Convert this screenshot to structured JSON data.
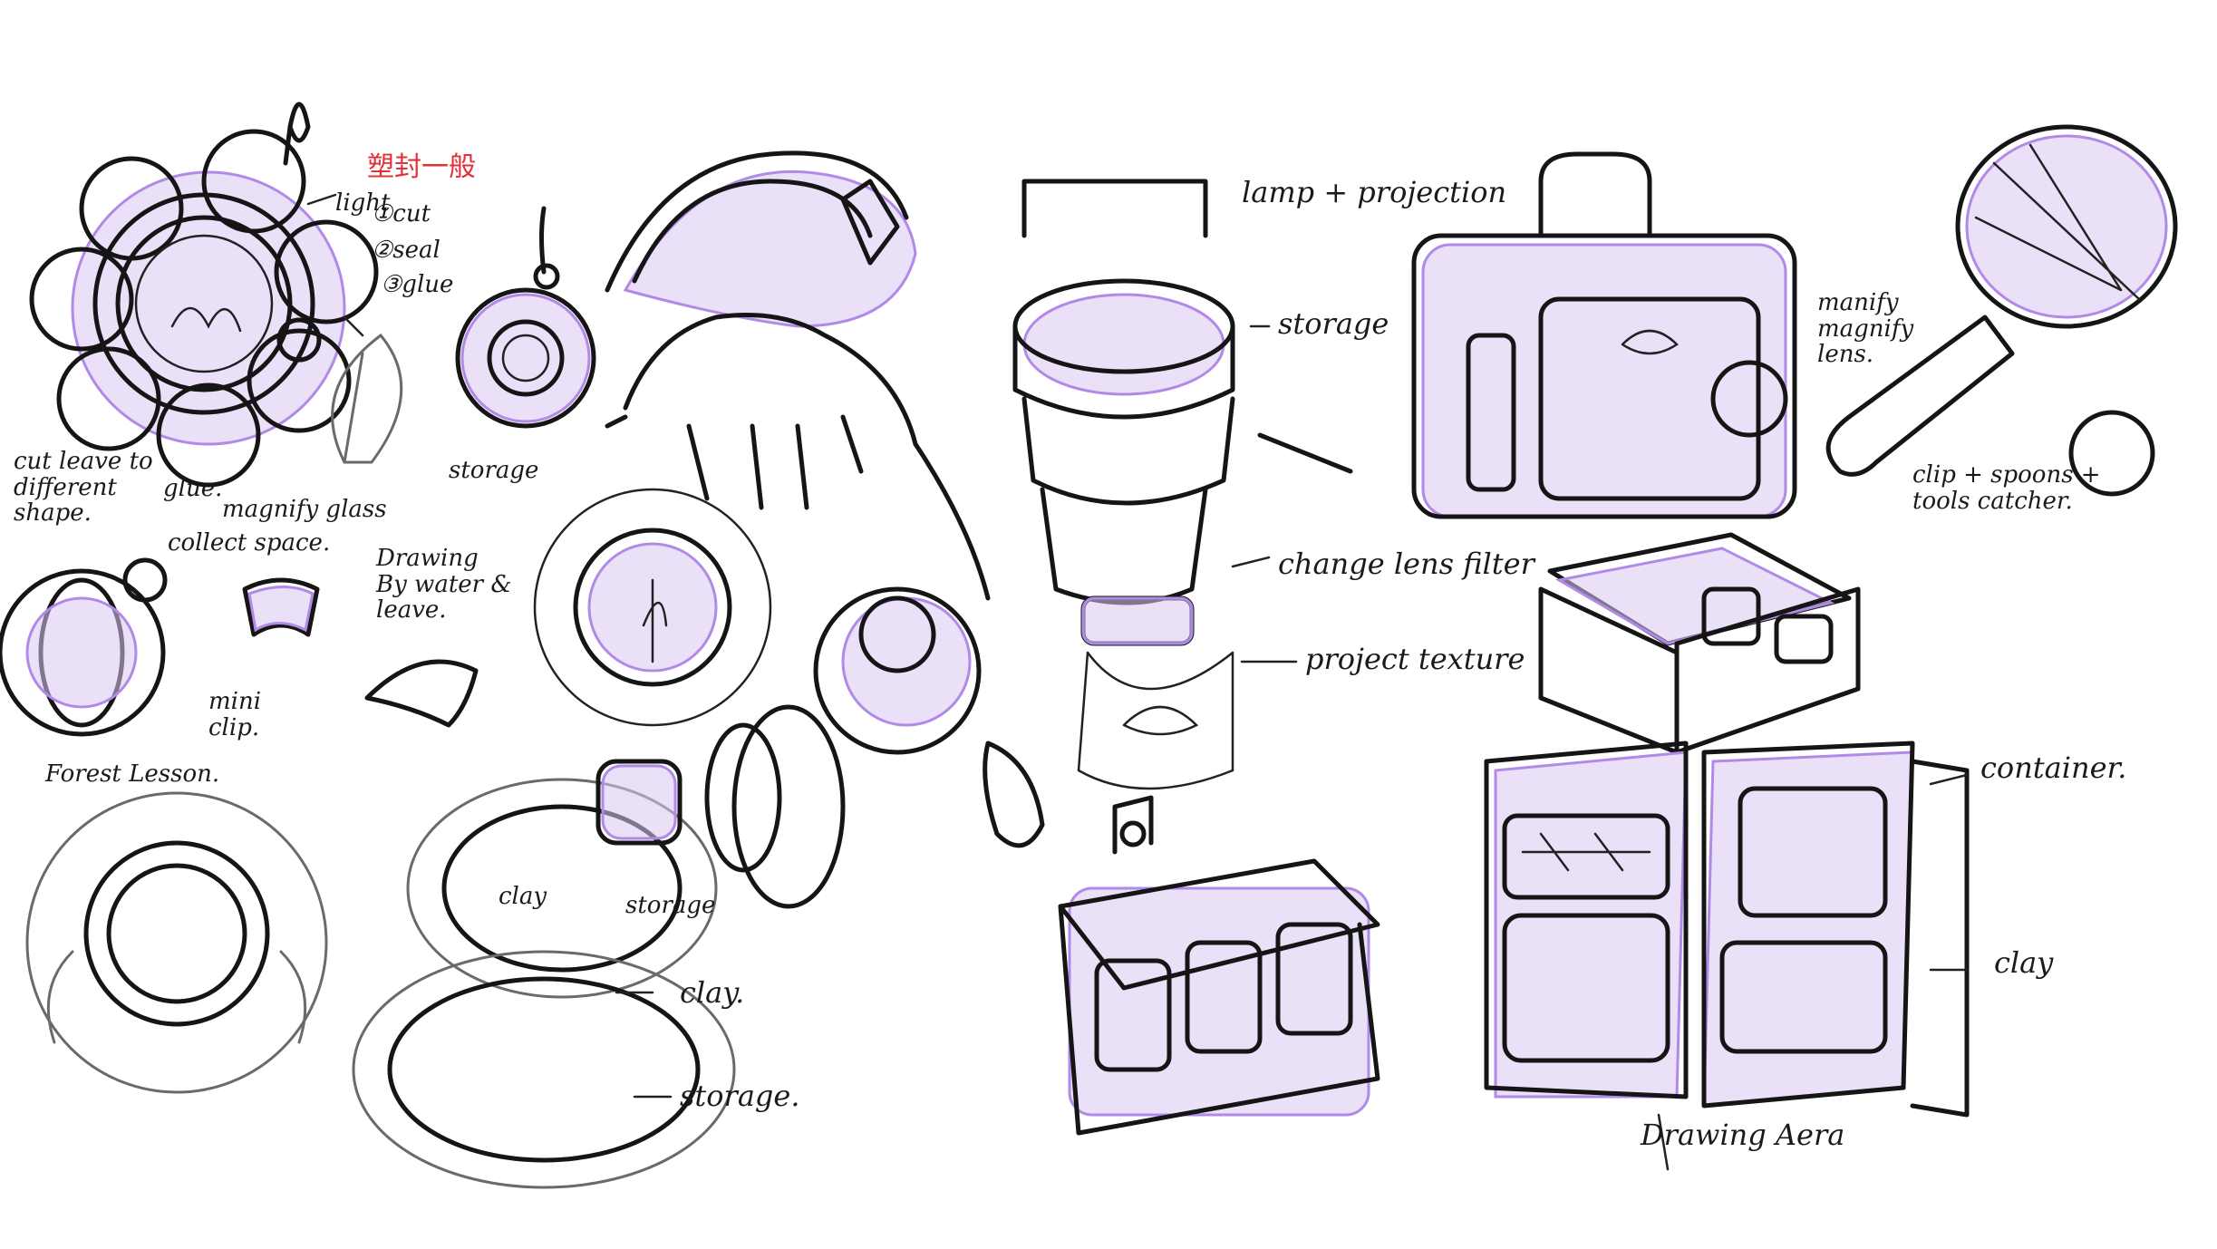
{
  "annotations": {
    "light": "light",
    "red_chinese": "塑封一般",
    "cut": "①cut",
    "seal": "②seal",
    "glue_step": "③glue",
    "cut_leave": "cut leave to different shape.",
    "glue": "glue.",
    "magnify_glass": "magnify glass",
    "collect_space": "collect space.",
    "storage_small": "storage",
    "drawing_by_water": "Drawing By water & leave.",
    "mini_clip": "mini clip.",
    "forest_lesson": "Forest Lesson.",
    "clay_left": "clay",
    "storage_left": "storage",
    "clay_bottom": "clay.",
    "storage_bottom": "storage.",
    "lamp_projection": "lamp + projection",
    "storage_lamp": "storage",
    "change_lens_filter": "change lens filter",
    "project_texture": "project texture",
    "manify_lens": "manify magnify lens.",
    "clip_spoons": "clip + spoons + tools catcher.",
    "container": "container.",
    "clay_right": "clay",
    "drawing_area": "Drawing Aera"
  },
  "colors": {
    "ink": "#151515",
    "lavender": "#c7a6ee",
    "red_note": "#e0323a",
    "paper": "#ffffff"
  }
}
